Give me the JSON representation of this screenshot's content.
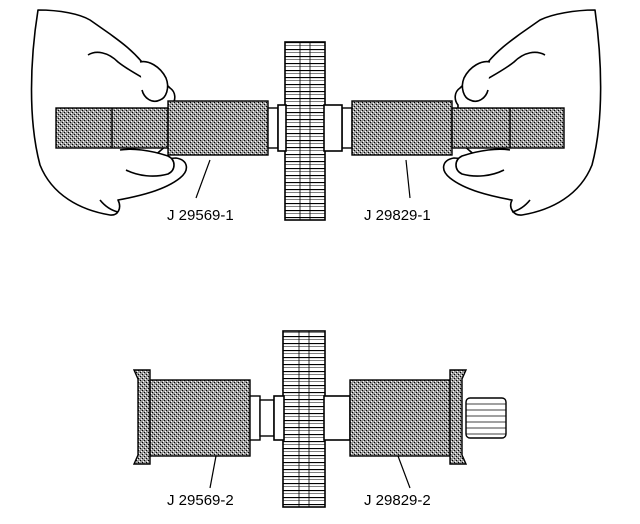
{
  "diagram": {
    "colors": {
      "ink": "#000000",
      "paper": "#ffffff",
      "stipple": "#7a7a7a"
    },
    "top_view": {
      "left_tool_label": "J 29569-1",
      "right_tool_label": "J 29829-1"
    },
    "bottom_view": {
      "left_tool_label": "J 29569-2",
      "right_tool_label": "J 29829-2"
    }
  }
}
